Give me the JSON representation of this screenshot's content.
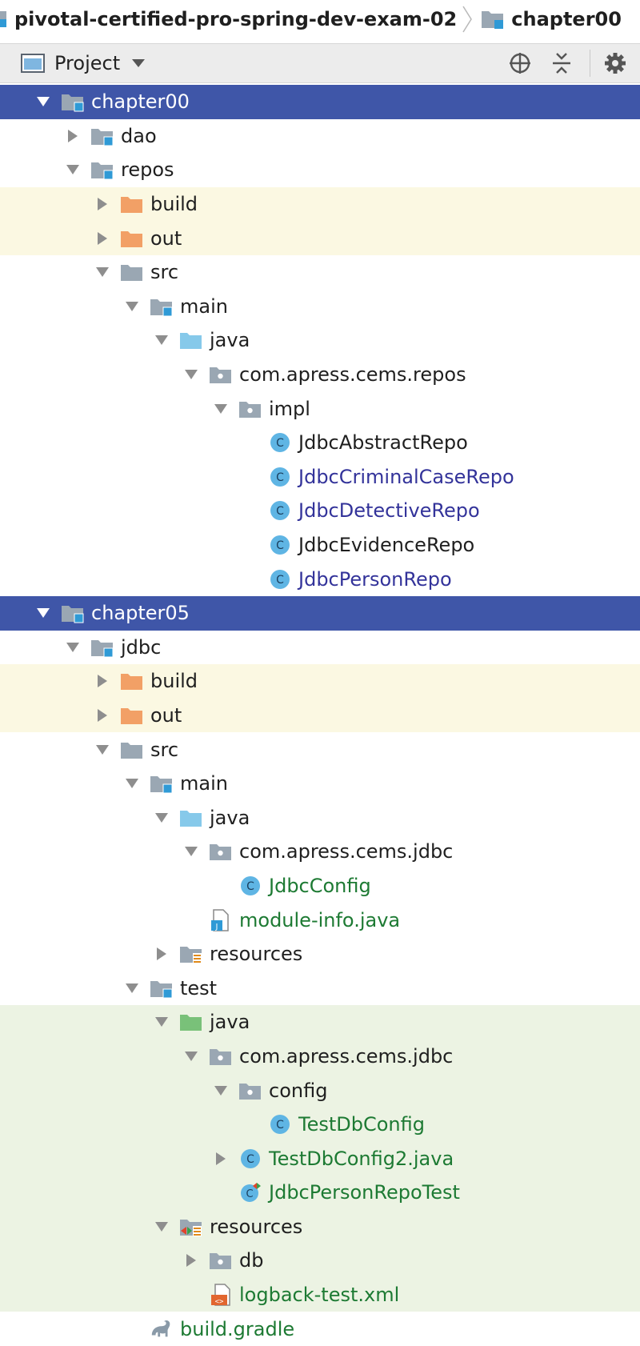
{
  "breadcrumb": {
    "project": "pivotal-certified-pro-spring-dev-exam-02",
    "module": "chapter00"
  },
  "toolbar": {
    "view_label": "Project",
    "icons": [
      "locate-icon",
      "collapse-all-icon",
      "gear-icon"
    ]
  },
  "tree": [
    {
      "label": "chapter00",
      "depth": 0,
      "arrow": "down",
      "icon": "module-folder",
      "state": "selected",
      "color": "white"
    },
    {
      "label": "dao",
      "depth": 1,
      "arrow": "right",
      "icon": "module-folder",
      "state": "",
      "color": "dark"
    },
    {
      "label": "repos",
      "depth": 1,
      "arrow": "down",
      "icon": "module-folder",
      "state": "",
      "color": "dark"
    },
    {
      "label": "build",
      "depth": 2,
      "arrow": "right",
      "icon": "excluded-folder",
      "state": "excluded",
      "color": "dark"
    },
    {
      "label": "out",
      "depth": 2,
      "arrow": "right",
      "icon": "excluded-folder",
      "state": "excluded",
      "color": "dark"
    },
    {
      "label": "src",
      "depth": 2,
      "arrow": "down",
      "icon": "folder",
      "state": "",
      "color": "dark"
    },
    {
      "label": "main",
      "depth": 3,
      "arrow": "down",
      "icon": "module-folder",
      "state": "",
      "color": "dark"
    },
    {
      "label": "java",
      "depth": 4,
      "arrow": "down",
      "icon": "source-folder",
      "state": "",
      "color": "dark"
    },
    {
      "label": "com.apress.cems.repos",
      "depth": 5,
      "arrow": "down",
      "icon": "package",
      "state": "",
      "color": "dark"
    },
    {
      "label": "impl",
      "depth": 6,
      "arrow": "down",
      "icon": "package",
      "state": "",
      "color": "dark"
    },
    {
      "label": "JdbcAbstractRepo",
      "depth": 7,
      "arrow": "none",
      "icon": "class",
      "state": "",
      "color": "dark"
    },
    {
      "label": "JdbcCriminalCaseRepo",
      "depth": 7,
      "arrow": "none",
      "icon": "class",
      "state": "",
      "color": "blue"
    },
    {
      "label": "JdbcDetectiveRepo",
      "depth": 7,
      "arrow": "none",
      "icon": "class",
      "state": "",
      "color": "blue"
    },
    {
      "label": "JdbcEvidenceRepo",
      "depth": 7,
      "arrow": "none",
      "icon": "class",
      "state": "",
      "color": "dark"
    },
    {
      "label": "JdbcPersonRepo",
      "depth": 7,
      "arrow": "none",
      "icon": "class",
      "state": "",
      "color": "blue"
    },
    {
      "label": "chapter05",
      "depth": 0,
      "arrow": "down",
      "icon": "module-folder",
      "state": "selected",
      "color": "white"
    },
    {
      "label": "jdbc",
      "depth": 1,
      "arrow": "down",
      "icon": "module-folder",
      "state": "",
      "color": "dark"
    },
    {
      "label": "build",
      "depth": 2,
      "arrow": "right",
      "icon": "excluded-folder",
      "state": "excluded",
      "color": "dark"
    },
    {
      "label": "out",
      "depth": 2,
      "arrow": "right",
      "icon": "excluded-folder",
      "state": "excluded",
      "color": "dark"
    },
    {
      "label": "src",
      "depth": 2,
      "arrow": "down",
      "icon": "folder",
      "state": "",
      "color": "dark"
    },
    {
      "label": "main",
      "depth": 3,
      "arrow": "down",
      "icon": "module-folder",
      "state": "",
      "color": "dark"
    },
    {
      "label": "java",
      "depth": 4,
      "arrow": "down",
      "icon": "source-folder",
      "state": "",
      "color": "dark"
    },
    {
      "label": "com.apress.cems.jdbc",
      "depth": 5,
      "arrow": "down",
      "icon": "package",
      "state": "",
      "color": "dark"
    },
    {
      "label": "JdbcConfig",
      "depth": 6,
      "arrow": "none",
      "icon": "class",
      "state": "",
      "color": "green"
    },
    {
      "label": "module-info.java",
      "depth": 5,
      "arrow": "none",
      "icon": "java-file",
      "state": "",
      "color": "green"
    },
    {
      "label": "resources",
      "depth": 4,
      "arrow": "right",
      "icon": "resources-folder",
      "state": "",
      "color": "dark"
    },
    {
      "label": "test",
      "depth": 3,
      "arrow": "down",
      "icon": "module-folder",
      "state": "",
      "color": "dark"
    },
    {
      "label": "java",
      "depth": 4,
      "arrow": "down",
      "icon": "test-folder",
      "state": "testarea",
      "color": "dark"
    },
    {
      "label": "com.apress.cems.jdbc",
      "depth": 5,
      "arrow": "down",
      "icon": "package",
      "state": "testarea",
      "color": "dark"
    },
    {
      "label": "config",
      "depth": 6,
      "arrow": "down",
      "icon": "package",
      "state": "testarea",
      "color": "dark"
    },
    {
      "label": "TestDbConfig",
      "depth": 7,
      "arrow": "none",
      "icon": "class",
      "state": "testarea",
      "color": "green"
    },
    {
      "label": "TestDbConfig2.java",
      "depth": 6,
      "arrow": "right",
      "icon": "class",
      "state": "testarea",
      "color": "green"
    },
    {
      "label": "JdbcPersonRepoTest",
      "depth": 6,
      "arrow": "none",
      "icon": "test-class",
      "state": "testarea",
      "color": "green"
    },
    {
      "label": "resources",
      "depth": 4,
      "arrow": "down",
      "icon": "test-resources-folder",
      "state": "testarea",
      "color": "dark"
    },
    {
      "label": "db",
      "depth": 5,
      "arrow": "right",
      "icon": "package",
      "state": "testarea",
      "color": "dark"
    },
    {
      "label": "logback-test.xml",
      "depth": 5,
      "arrow": "none",
      "icon": "xml-file",
      "state": "testarea",
      "color": "green"
    },
    {
      "label": "build.gradle",
      "depth": 3,
      "arrow": "none",
      "icon": "gradle-icon",
      "state": "",
      "color": "green"
    }
  ],
  "colors": {
    "selected_bg": "#3f56a8",
    "excluded_bg": "#fbf8e2",
    "test_bg": "#ecf3e3",
    "text_blue": "#33339a",
    "text_green": "#1d7a33"
  }
}
